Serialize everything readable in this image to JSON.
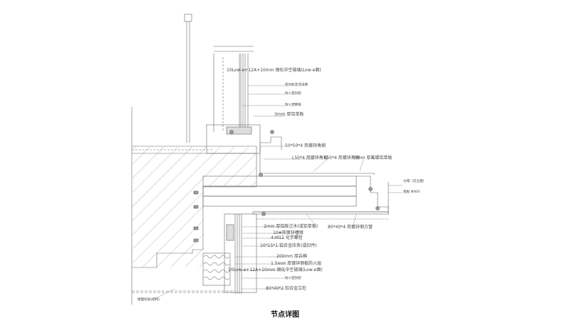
{
  "title": "节点详图",
  "labels_right_top": [
    "10Low-e+12A+10mm 钢化中空玻璃(Low-e面)",
    "密封胶及泡沫棒",
    "防火密封胶",
    "防火岩棉板",
    "3mm 厚铝单板"
  ],
  "labels_middle": [
    "50*50*4 热镀锌角钢",
    "L50*4 热镀锌角钢",
    "L50*4 热镀锌角钢",
    "3mm 厚氟碳铝单板"
  ],
  "labels_far_right": [
    "分缝",
    "(见立面)",
    "铝板 Φ400"
  ],
  "labels_bottom_right": [
    "2mm 厚铝板泛水(或铝单板)",
    "10#热镀锌槽钢",
    "4-M12 化学螺栓",
    "10*15*1 铝合金压条(或扣件)",
    "200mm 厚岩棉",
    "1.5mm 厚镀锌钢板防火层",
    "10Low-e+12A+10mm 钢化中空玻璃(Low-e面)",
    "防火密封胶",
    "80*40*2 铝合金立柱"
  ],
  "label_tube": "80*40*4 热镀锌钢方管",
  "label_floor": "楼面标高(结构)",
  "colors": {
    "line": "#555555",
    "accent": "#333333"
  }
}
